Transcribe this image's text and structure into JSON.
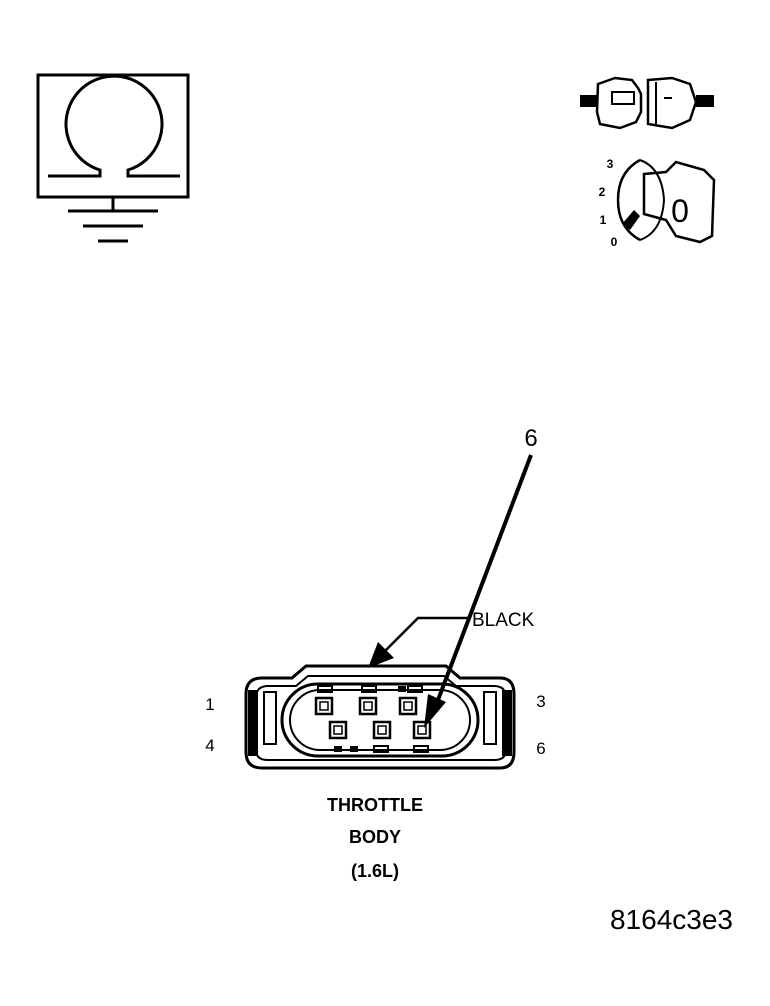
{
  "ohmmeter_icon": {
    "symbol": "ohm-omega-icon",
    "ground": "ground-symbol-icon"
  },
  "ignition_icon": {
    "connector": "connector-disconnected-icon",
    "key": "ignition-key-icon",
    "key_position": "0",
    "dial_labels": [
      "3",
      "2",
      "1",
      "0"
    ]
  },
  "connector": {
    "color_label": "BLACK",
    "callout": "6",
    "pin_labels": {
      "top_left": "1",
      "bottom_left": "4",
      "top_right": "3",
      "bottom_right": "6"
    },
    "title_lines": [
      "THROTTLE",
      "BODY",
      "(1.6L)"
    ]
  },
  "figure_id": "8164c3e3"
}
